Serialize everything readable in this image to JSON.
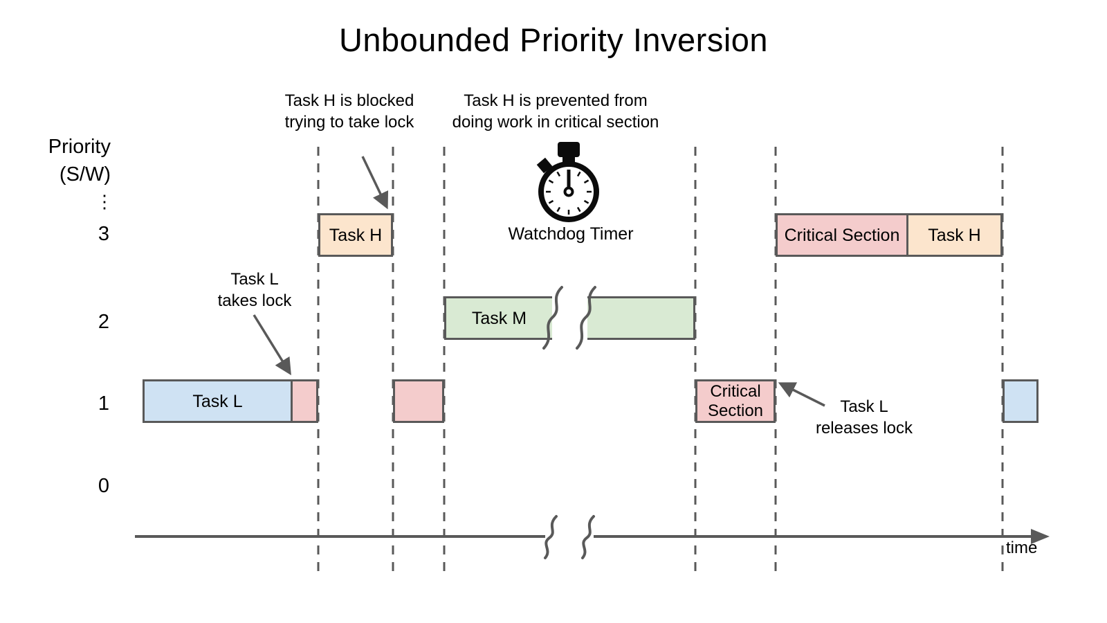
{
  "title": "Unbounded Priority Inversion",
  "axis": {
    "y_label": "Priority\n(S/W)",
    "ellipsis": "⋮",
    "priorities": [
      "3",
      "2",
      "1",
      "0"
    ],
    "time_label": "time"
  },
  "boxes": {
    "task_l": {
      "label": "Task L",
      "priority": "1",
      "color": "#cfe2f3"
    },
    "task_l_lock": {
      "label": "",
      "priority": "1",
      "color": "#f4cccc"
    },
    "task_h_blocked": {
      "label": "Task H",
      "priority": "3",
      "color": "#fce5cd"
    },
    "blocked_wait": {
      "label": "",
      "priority": "1",
      "color": "#f4cccc"
    },
    "task_m_before_break": {
      "label": "Task M",
      "priority": "2",
      "color": "#d9ead3"
    },
    "task_m_after_break": {
      "label": "",
      "priority": "2",
      "color": "#d9ead3"
    },
    "critical_section_low": {
      "label": "Critical Section",
      "priority": "1",
      "color": "#f4cccc"
    },
    "critical_section_high": {
      "label": "Critical Section",
      "priority": "3",
      "color": "#f4cccc"
    },
    "task_h_after": {
      "label": "Task H",
      "priority": "3",
      "color": "#fce5cd"
    },
    "task_l_after": {
      "label": "",
      "priority": "1",
      "color": "#cfe2f3"
    }
  },
  "annotations": {
    "blocked": "Task H is blocked\ntrying to take lock",
    "prevented": "Task H is prevented from\ndoing work in critical section",
    "watchdog_label": "Watchdog Timer",
    "takes_lock": "Task L\ntakes lock",
    "releases_lock": "Task L\nreleases lock"
  },
  "icons": {
    "stopwatch": "stopwatch-icon"
  },
  "colors": {
    "fill_blue": "#cfe2f3",
    "fill_pink": "#f4cccc",
    "fill_orange": "#fce5cd",
    "fill_green": "#d9ead3",
    "outline_gray": "#595959",
    "text_black": "#000000"
  }
}
